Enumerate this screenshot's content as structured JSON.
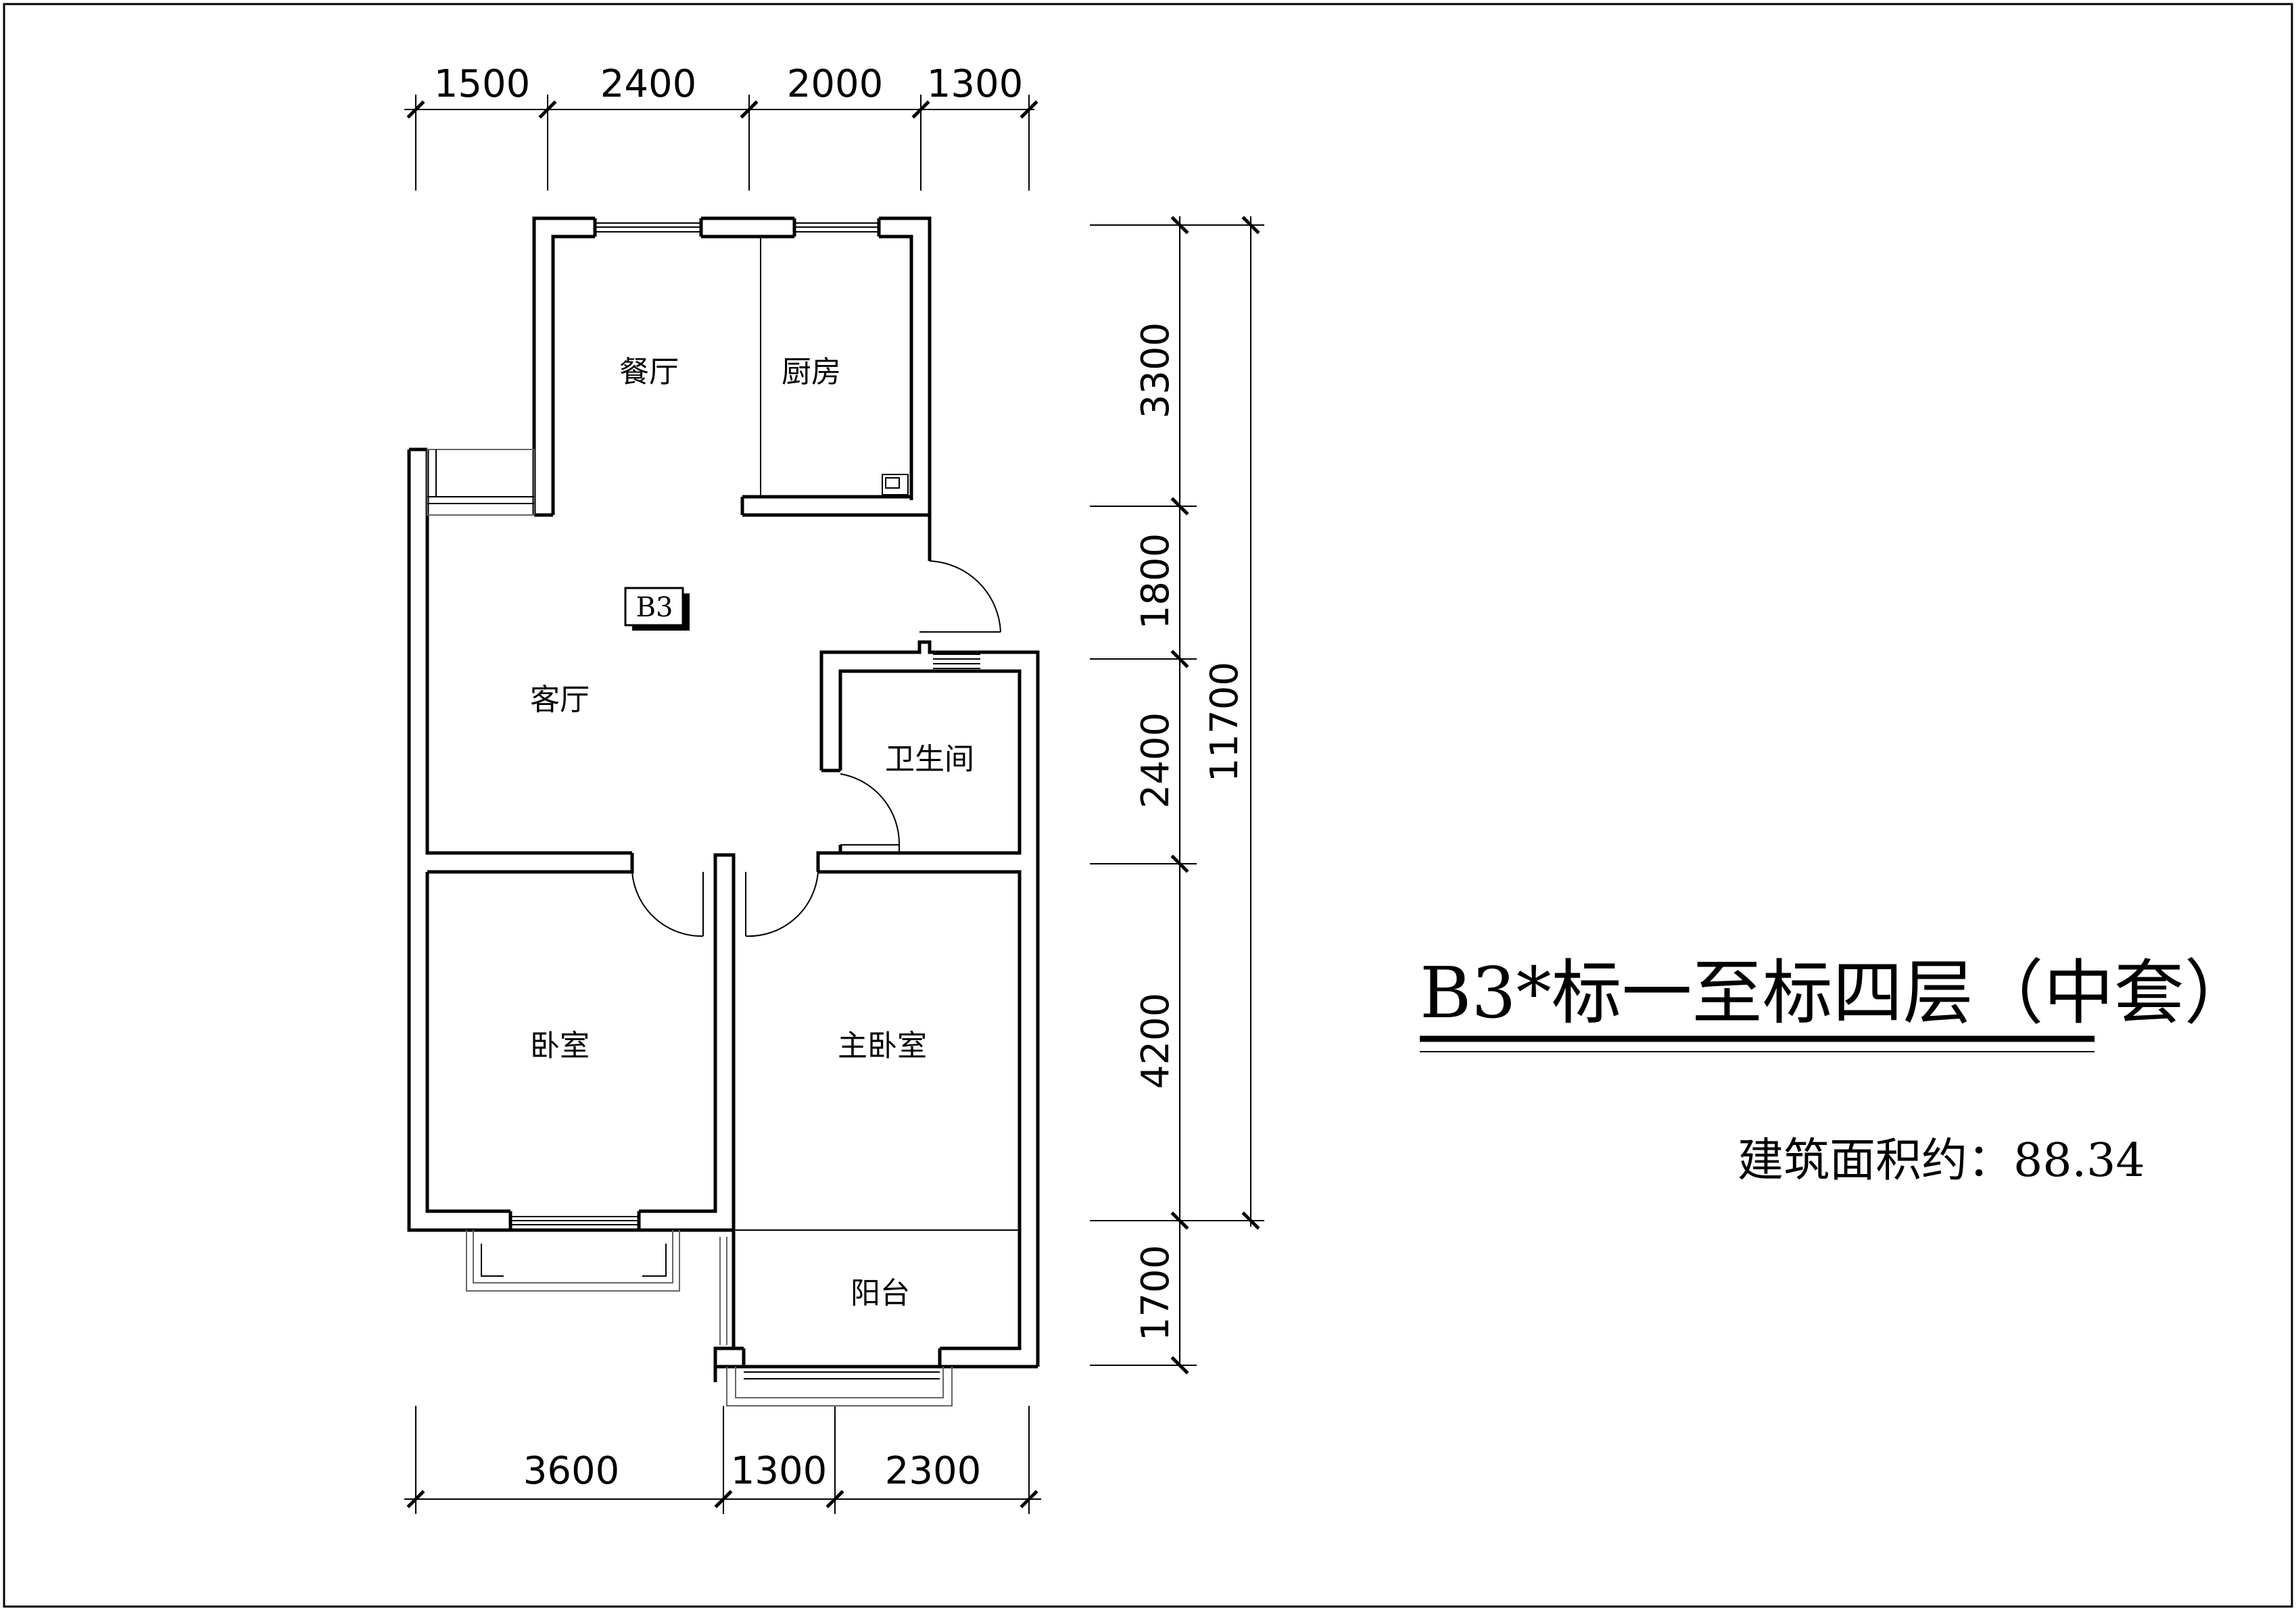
{
  "plan": {
    "title": "B3*标一至标四层（中套）",
    "area_label": "建筑面积约：88.34",
    "unit_tag": "B3"
  },
  "rooms": {
    "dining": "餐厅",
    "kitchen": "厨房",
    "living": "客厅",
    "bathroom": "卫生间",
    "bedroom": "卧室",
    "master_bedroom": "主卧室",
    "balcony": "阳台"
  },
  "dimensions": {
    "top": [
      "1500",
      "2400",
      "2000",
      "1300"
    ],
    "bottom": [
      "3600",
      "1300",
      "2300"
    ],
    "right": [
      "3300",
      "1800",
      "2400",
      "4200",
      "1700"
    ],
    "right_total": "11700"
  }
}
